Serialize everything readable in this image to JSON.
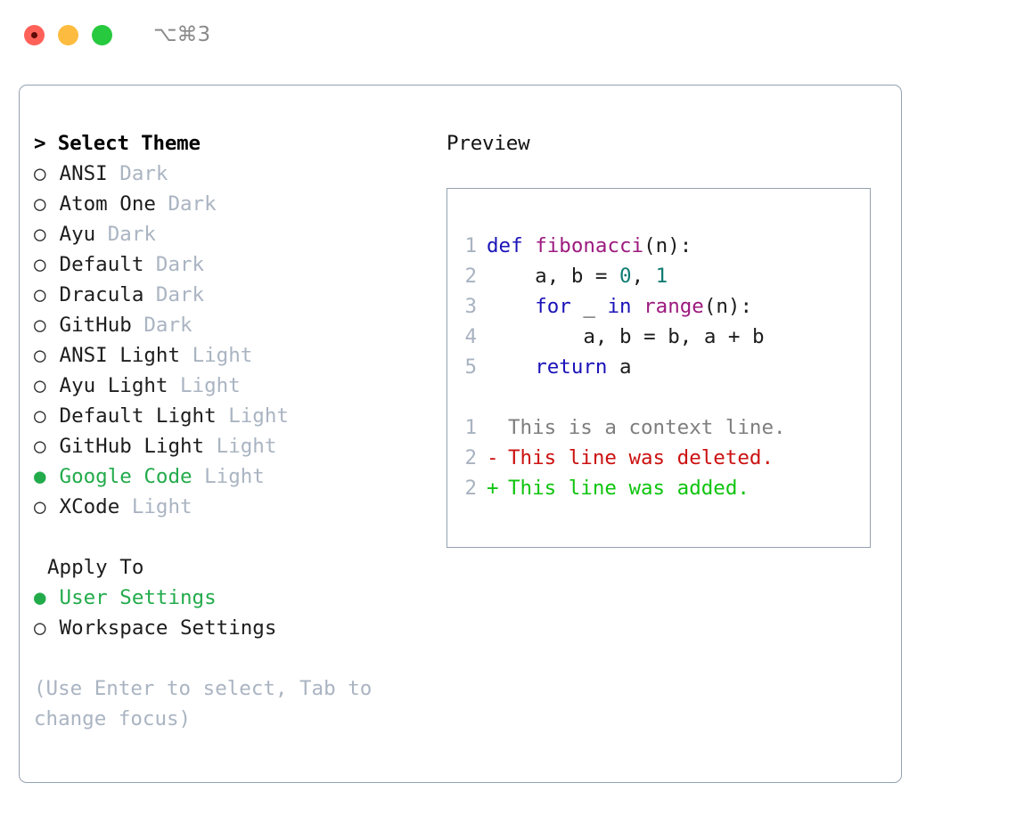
{
  "window": {
    "shortcut": "⌥⌘3",
    "buttons": {
      "close": "close-button",
      "minimize": "minimize-button",
      "maximize": "maximize-button"
    }
  },
  "theme_picker": {
    "header_caret": ">",
    "header": "Select Theme",
    "marker_selected": "●",
    "marker_unselected": "○",
    "items": [
      {
        "name": "ANSI",
        "kind": "Dark",
        "selected": false
      },
      {
        "name": "Atom One",
        "kind": "Dark",
        "selected": false
      },
      {
        "name": "Ayu",
        "kind": "Dark",
        "selected": false
      },
      {
        "name": "Default",
        "kind": "Dark",
        "selected": false
      },
      {
        "name": "Dracula",
        "kind": "Dark",
        "selected": false
      },
      {
        "name": "GitHub",
        "kind": "Dark",
        "selected": false
      },
      {
        "name": "ANSI Light",
        "kind": "Light",
        "selected": false
      },
      {
        "name": "Ayu Light",
        "kind": "Light",
        "selected": false
      },
      {
        "name": "Default Light",
        "kind": "Light",
        "selected": false
      },
      {
        "name": "GitHub Light",
        "kind": "Light",
        "selected": false
      },
      {
        "name": "Google Code",
        "kind": "Light",
        "selected": true
      },
      {
        "name": "XCode",
        "kind": "Light",
        "selected": false
      }
    ]
  },
  "apply_to": {
    "header": "Apply To",
    "items": [
      {
        "name": "User Settings",
        "selected": true
      },
      {
        "name": "Workspace Settings",
        "selected": false
      }
    ]
  },
  "hint": {
    "line1": "(Use Enter to select, Tab to",
    "line2": "change focus)"
  },
  "preview": {
    "header": "Preview",
    "code_lines": [
      {
        "num": "1",
        "tokens": [
          {
            "t": "def",
            "c": "kw"
          },
          {
            "t": " ",
            "c": "plain"
          },
          {
            "t": "fibonacci",
            "c": "fn"
          },
          {
            "t": "(n):",
            "c": "plain"
          }
        ]
      },
      {
        "num": "2",
        "tokens": [
          {
            "t": "    a, b = ",
            "c": "plain"
          },
          {
            "t": "0",
            "c": "num"
          },
          {
            "t": ", ",
            "c": "plain"
          },
          {
            "t": "1",
            "c": "num"
          }
        ]
      },
      {
        "num": "3",
        "tokens": [
          {
            "t": "    ",
            "c": "plain"
          },
          {
            "t": "for",
            "c": "kw"
          },
          {
            "t": " _ ",
            "c": "plain"
          },
          {
            "t": "in",
            "c": "kw"
          },
          {
            "t": " ",
            "c": "plain"
          },
          {
            "t": "range",
            "c": "fn"
          },
          {
            "t": "(n):",
            "c": "plain"
          }
        ]
      },
      {
        "num": "4",
        "tokens": [
          {
            "t": "        a, b = b, a + b",
            "c": "plain"
          }
        ]
      },
      {
        "num": "5",
        "tokens": [
          {
            "t": "    ",
            "c": "plain"
          },
          {
            "t": "return",
            "c": "kw"
          },
          {
            "t": " a",
            "c": "plain"
          }
        ]
      }
    ],
    "diff_lines": [
      {
        "num": "1",
        "sign": "",
        "text": "This is a context line.",
        "kind": "ctx"
      },
      {
        "num": "2",
        "sign": "-",
        "text": "This line was deleted.",
        "kind": "del"
      },
      {
        "num": "2",
        "sign": "+",
        "text": "This line was added.",
        "kind": "add"
      }
    ]
  },
  "colors": {
    "accent_green": "#22ab4b",
    "muted": "#aab4c2",
    "border": "#95a1b1",
    "keyword": "#1a13b8",
    "function": "#9c1a7e",
    "number": "#0e7c72",
    "diff_deleted": "#cc1111",
    "diff_added": "#0ec40e",
    "traffic_red": "#ff6159",
    "traffic_yellow": "#fdbc40",
    "traffic_green": "#27c93f"
  }
}
